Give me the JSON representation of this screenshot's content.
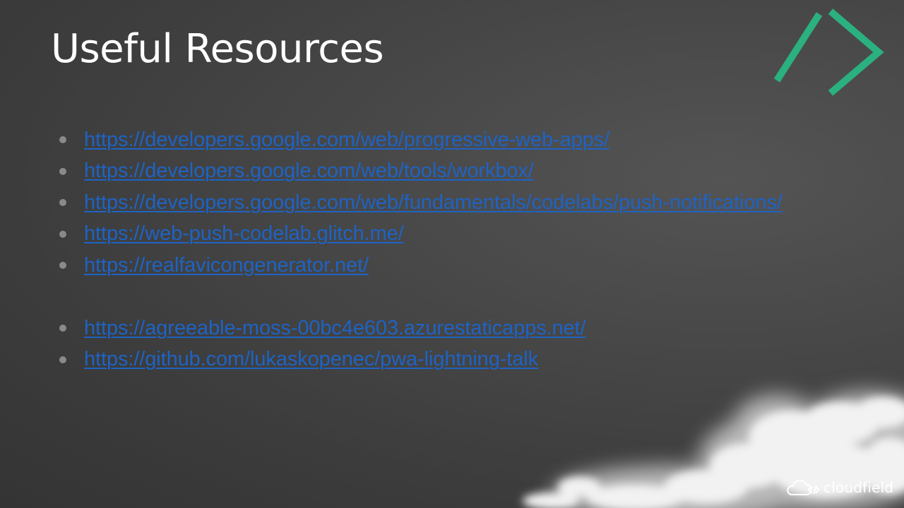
{
  "slide": {
    "title": "Useful Resources",
    "links": [
      {
        "text": "https://developers.google.com/web/progressive-web-apps/"
      },
      {
        "text": "https://developers.google.com/web/tools/workbox/"
      },
      {
        "text": "https://developers.google.com/web/fundamentals/codelabs/push-notifications/"
      },
      {
        "text": "https://web-push-codelab.glitch.me/"
      },
      {
        "text": "https://realfavicongenerator.net/"
      },
      {
        "text": "https://agreeable-moss-00bc4e603.azurestaticapps.net/"
      },
      {
        "text": "https://github.com/lukaskopenec/pwa-lightning-talk"
      }
    ]
  },
  "brand": {
    "name": "cloudfield",
    "icon": "cloud-code-icon"
  },
  "logo": {
    "icon": "code-chevron-logo-icon",
    "accent_color": "#2bb07f"
  },
  "colors": {
    "link": "#1e63c4",
    "bullet": "#8a8a8a",
    "title": "#ffffff"
  }
}
